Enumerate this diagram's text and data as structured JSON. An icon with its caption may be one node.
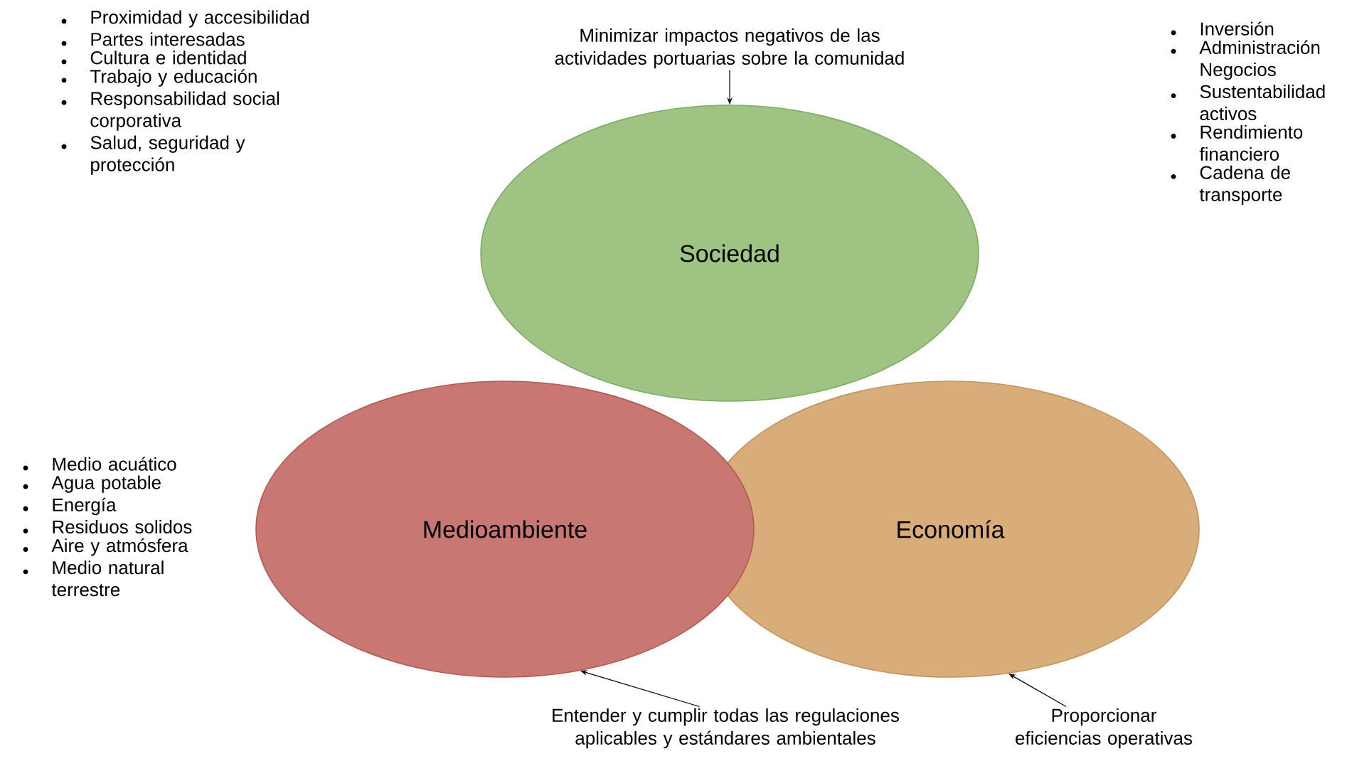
{
  "diagram": {
    "nodes": [
      {
        "text": [
          "Sociedad"
        ]
      },
      {
        "text": [
          "Medioambiente"
        ]
      },
      {
        "text": [
          "Economía"
        ]
      },
      {
        "text": [
          "Minimizar impactos negativos de las actividades portuarias sobre la comunidad"
        ]
      },
      {
        "text": [
          "Entender y cumplir todas las regulaciones aplicables y estándares ambientales"
        ]
      },
      {
        "text": [
          "Proporcionar eficiencias operativas"
        ]
      }
    ],
    "edges": [
      {
        "from": 3,
        "to": 0,
        "arrow": "to"
      },
      {
        "from": 4,
        "to": 1,
        "arrow": "to"
      },
      {
        "from": 5,
        "to": 2,
        "arrow": "to"
      }
    ],
    "labels": [
      "Proximidad y accesibilidad",
      "Partes interesadas",
      "Cultura e identidad",
      "Trabajo y educación",
      "Responsabilidad social corporativa",
      "Salud, seguridad y protección",
      "Inversión",
      "Administración Negocios",
      "Sustentabilidad activos",
      "Rendimiento financiero",
      "Cadena de transporte",
      "Medio acuático",
      "Agua potable",
      "Energía",
      "Residuos solidos",
      "Aire y atmósfera",
      "Medio natural terrestre"
    ]
  }
}
